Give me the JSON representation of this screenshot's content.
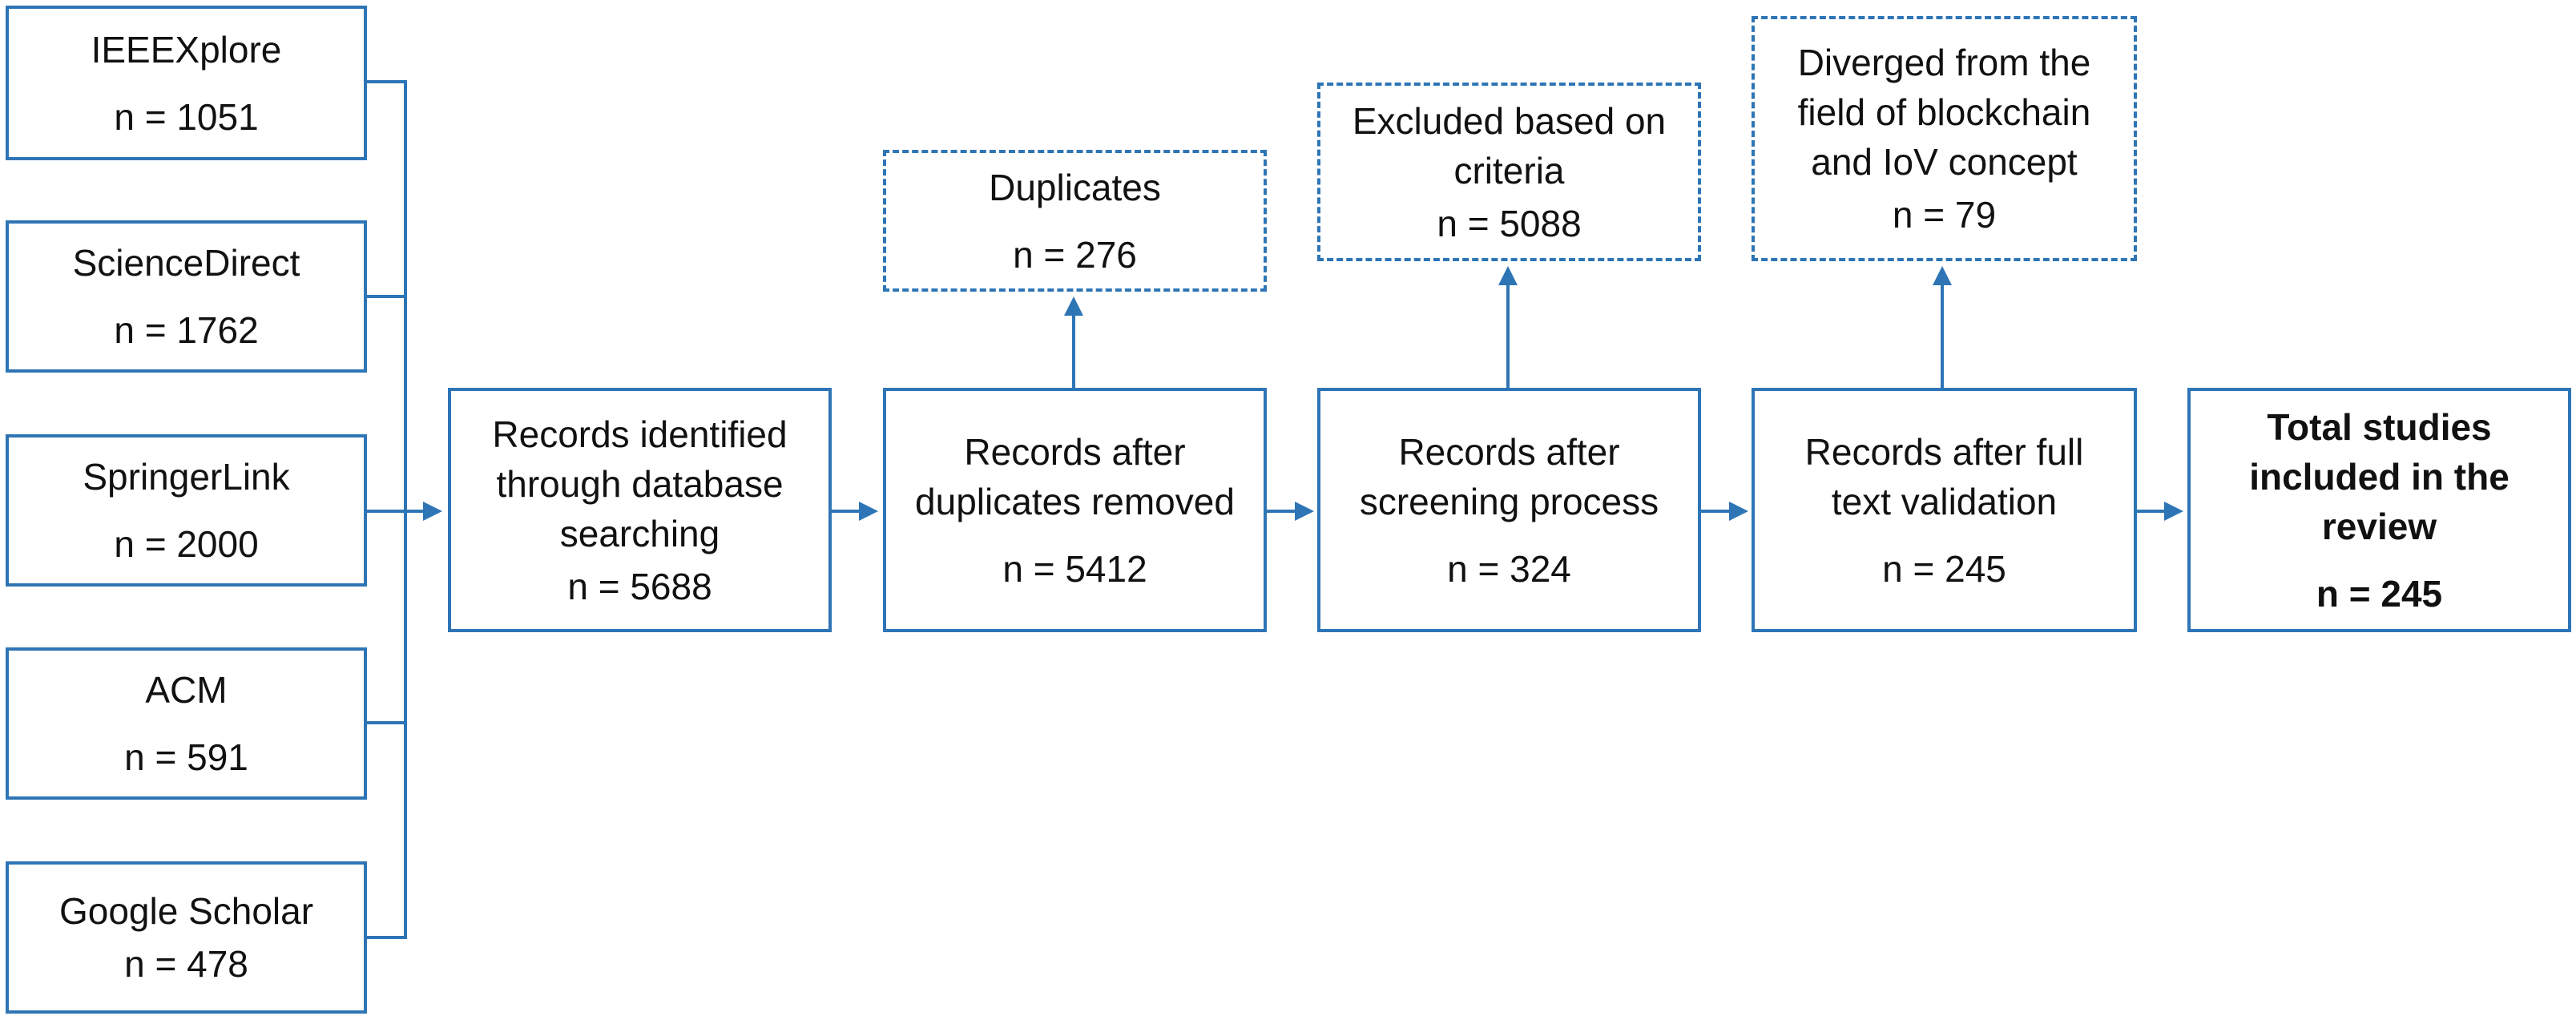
{
  "sources": [
    {
      "label": "IEEEXplore",
      "count": "n = 1051"
    },
    {
      "label": "ScienceDirect",
      "count": "n = 1762"
    },
    {
      "label": "SpringerLink",
      "count": "n = 2000"
    },
    {
      "label": "ACM",
      "count": "n = 591"
    },
    {
      "label": "Google Scholar",
      "count": "n = 478"
    }
  ],
  "stages": [
    {
      "label": "Records identified\nthrough database\nsearching",
      "count": "n = 5688"
    },
    {
      "label": "Records after\nduplicates removed",
      "count": "n = 5412"
    },
    {
      "label": "Records after\nscreening process",
      "count": "n = 324"
    },
    {
      "label": "Records after full\ntext validation",
      "count": "n = 245"
    },
    {
      "label": "Total studies\nincluded in the\nreview",
      "count": "n = 245"
    }
  ],
  "exclusions": [
    {
      "label": "Duplicates",
      "count": "n = 276"
    },
    {
      "label": "Excluded based on\ncriteria",
      "count": "n = 5088"
    },
    {
      "label": "Diverged from the\nfield of blockchain\nand IoV concept",
      "count": "n = 79"
    }
  ],
  "colors": {
    "line": "#2e75b6",
    "text": "#111111",
    "background": "#ffffff"
  }
}
